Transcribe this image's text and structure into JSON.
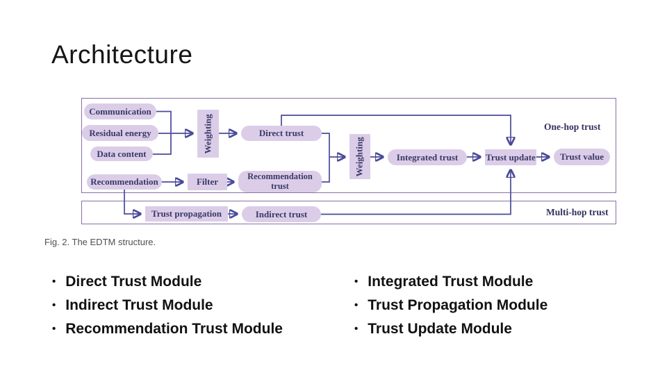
{
  "slide": {
    "title": "Architecture",
    "caption": "Fig. 2. The EDTM structure.",
    "bullet_char": "•",
    "bullets_left": [
      "Direct Trust Module",
      "Indirect Trust Module",
      "Recommendation Trust Module"
    ],
    "bullets_right": [
      "Integrated Trust Module",
      "Trust Propagation Module",
      "Trust Update Module"
    ]
  },
  "diagram": {
    "nodes": [
      {
        "id": "communication",
        "label": "Communication",
        "shape": "pill"
      },
      {
        "id": "residual-energy",
        "label": "Residual energy",
        "shape": "pill"
      },
      {
        "id": "data-content",
        "label": "Data content",
        "shape": "pill"
      },
      {
        "id": "weighting-1",
        "label": "Weighting",
        "shape": "rect-vertical"
      },
      {
        "id": "direct-trust",
        "label": "Direct trust",
        "shape": "pill"
      },
      {
        "id": "recommendation",
        "label": "Recommendation",
        "shape": "pill"
      },
      {
        "id": "filter",
        "label": "Filter",
        "shape": "rect"
      },
      {
        "id": "recommendation-trust",
        "label": "Recommendation trust",
        "shape": "pill"
      },
      {
        "id": "weighting-2",
        "label": "Weighting",
        "shape": "rect-vertical"
      },
      {
        "id": "integrated-trust",
        "label": "Integrated trust",
        "shape": "pill"
      },
      {
        "id": "trust-update",
        "label": "Trust update",
        "shape": "rect"
      },
      {
        "id": "trust-value",
        "label": "Trust value",
        "shape": "pill"
      },
      {
        "id": "trust-propagation",
        "label": "Trust propagation",
        "shape": "rect"
      },
      {
        "id": "indirect-trust",
        "label": "Indirect trust",
        "shape": "pill"
      }
    ],
    "labels": {
      "one_hop": "One-hop trust",
      "multi_hop": "Multi-hop trust"
    },
    "colors": {
      "node_fill": "#dbcde8",
      "line": "#4a4a99",
      "box_border": "#8a6fa5",
      "node_text": "#3a3966"
    }
  }
}
